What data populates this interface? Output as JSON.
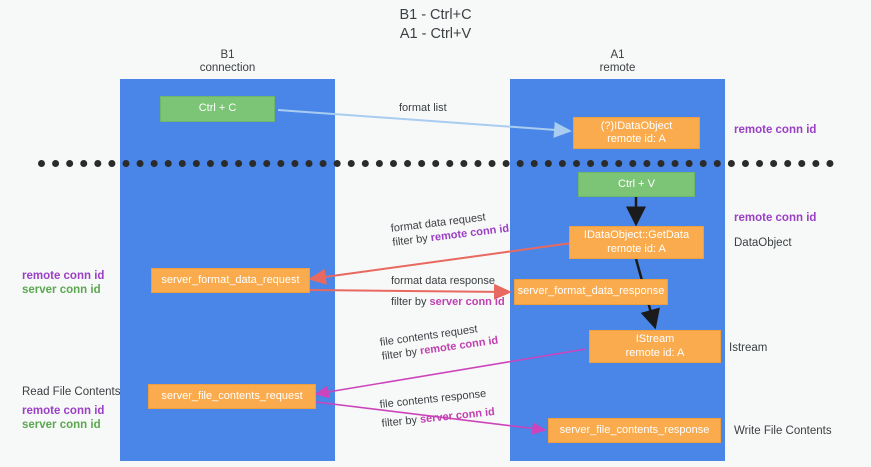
{
  "title": {
    "line1": "B1 - Ctrl+C",
    "line2": "A1 - Ctrl+V"
  },
  "columns": [
    {
      "name": "B1",
      "role": "connection"
    },
    {
      "name": "A1",
      "role": "remote"
    }
  ],
  "nodes": {
    "ctrl_c": {
      "label": "Ctrl + C"
    },
    "ctrl_v": {
      "label": "Ctrl + V"
    },
    "dataobject_top": {
      "line1": "(?)IDataObject",
      "line2": "remote id: A"
    },
    "getdata": {
      "line1": "IDataObject::GetData",
      "line2": "remote id: A"
    },
    "istream": {
      "line1": "IStream",
      "line2": "remote id: A"
    },
    "server_format_data_request": {
      "label": "server_format_data_request"
    },
    "server_format_data_response": {
      "label": "server_format_data_response"
    },
    "server_file_contents_request": {
      "label": "server_file_contents_request"
    },
    "server_file_contents_response": {
      "label": "server_file_contents_response"
    }
  },
  "edges": {
    "format_list": {
      "label": "format list"
    },
    "format_data_request": {
      "label": "format data request",
      "filter_prefix": "filter by ",
      "filter_key": "remote conn id"
    },
    "format_data_response": {
      "label": "format data response",
      "filter_prefix": "filter by ",
      "filter_key": "server conn id"
    },
    "file_contents_request": {
      "label": "file contents request",
      "filter_prefix": "filter by ",
      "filter_key": "remote conn id"
    },
    "file_contents_response": {
      "label": "file contents response",
      "filter_prefix": "filter by ",
      "filter_key": "server conn id"
    }
  },
  "side_labels": {
    "right_remote_conn_id_top": "remote conn id",
    "right_remote_conn_id_mid": "remote conn id",
    "right_dataobject": "DataObject",
    "right_istream": "Istream",
    "right_write_file_contents": "Write File Contents",
    "left_remote_conn_id_mid": "remote conn id",
    "left_server_conn_id_mid": "server conn id",
    "left_read_file_contents": "Read File Contents",
    "left_remote_conn_id_bottom": "remote conn id",
    "left_server_conn_id_bottom": "server conn id"
  },
  "colors": {
    "lane": "#4a86e8",
    "node_green": "#7cc576",
    "node_orange": "#f9ab4e",
    "accent_purple": "#9b3fc4",
    "accent_green": "#5aa84f",
    "accent_magenta": "#c13fb0",
    "arrow_blue": "#a8cdf0",
    "arrow_red": "#e8695f",
    "arrow_magenta": "#cc44bb",
    "arrow_black": "#1b1b1b",
    "background": "#f7f8f8"
  }
}
